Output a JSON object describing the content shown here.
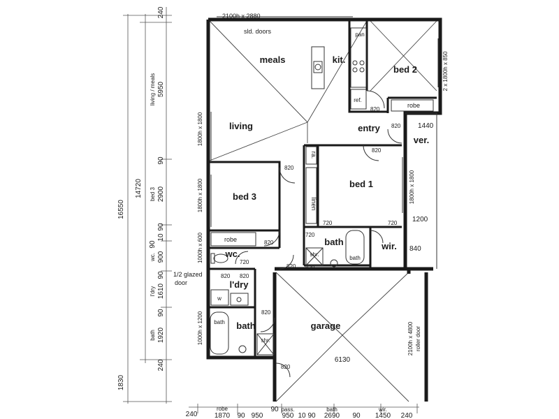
{
  "rooms": {
    "meals": "meals",
    "kit": "kit.",
    "bed2": "bed 2",
    "living": "living",
    "entry": "entry",
    "ver": "ver.",
    "bed1": "bed 1",
    "bed3": "bed 3",
    "linen": "linen",
    "ra": "ra.",
    "robe_bed3": "robe",
    "robe_bed2": "robe",
    "wc": "wc.",
    "bath_main": "bath",
    "wir": "wir.",
    "ldry": "l'dry",
    "ens_bath": "bath",
    "garage": "garage",
    "pan": "pan",
    "ref": "ref.",
    "shr1": "shr.",
    "shr2": "shr.",
    "bath_tub1": "bath",
    "bath_tub2": "bath",
    "w": "w"
  },
  "notes": {
    "sld_doors": "sld. doors",
    "window_top": "2100h x 2880",
    "window_bed2": "2 x 1800h x 850",
    "window_living": "1800h x 1800",
    "window_bed3": "1800h x 1800",
    "window_bed1": "1800h x 1800",
    "window_wc": "1000h x 600",
    "window_bath": "1000h x 1200",
    "half_glazed_1": "1/2 glazed",
    "half_glazed_2": "door",
    "roller_door": "2100h x 4800",
    "roller_door_2": "roller door"
  },
  "door_sizes": {
    "kit_entry": "820",
    "entry_door": "820",
    "bed1_door": "820",
    "bed3_door": "820",
    "bed3_robe_door": "820",
    "ldry_door": "820",
    "wc_door": "720",
    "bath_door": "720",
    "ensuite_door": "820",
    "bath720": "720",
    "wir720": "720",
    "hall820": "820",
    "ldry820": "820",
    "ens820": "820",
    "garage820": "820"
  },
  "dimensions": {
    "overall_height": "16550",
    "house_height": "14720",
    "living_meals": "living / meals",
    "living_meals_val": "5950",
    "bed3": "bed 3",
    "bed3_val": "2900",
    "wc": "wc.",
    "wc_val": "900",
    "ldry": "l'dry",
    "ldry_val": "1610",
    "bath": "bath",
    "bath_val": "1920",
    "garage_ext": "1830",
    "top240": "240",
    "d90a": "90",
    "d90b": "90",
    "d90c": "90",
    "d90d": "90",
    "d90e": "90",
    "d10": "10",
    "d240b": "240",
    "ver1440": "1440",
    "d1200": "1200",
    "d840": "840",
    "garage_width": "6130",
    "bottom": {
      "b240a": "240",
      "robe": "robe",
      "robe_val": "1870",
      "b90a": "90",
      "b950a": "950",
      "pass": "pass.",
      "b90b": "90",
      "b950b": "950",
      "b10": "10",
      "b90c": "90",
      "bath": "bath",
      "bath_val": "2690",
      "b90d": "90",
      "wir": "wir.",
      "wir_val": "1450",
      "b240b": "240"
    }
  }
}
